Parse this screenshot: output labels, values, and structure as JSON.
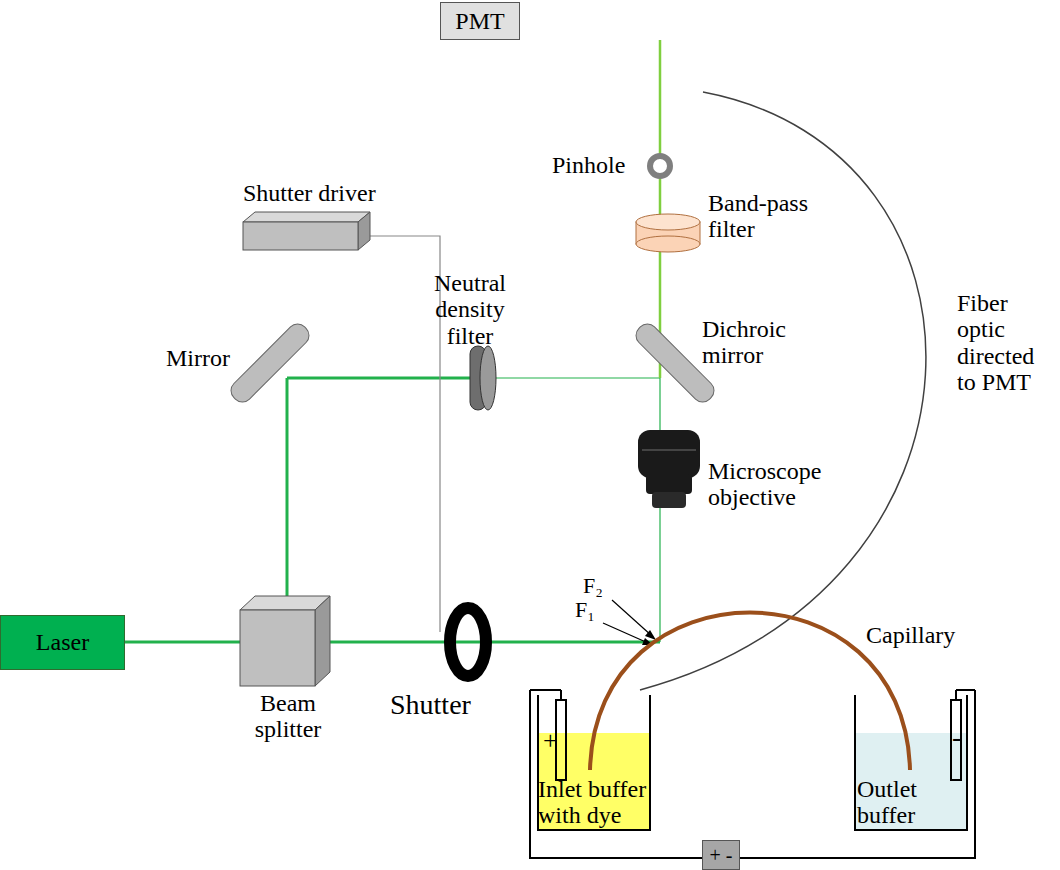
{
  "diagram": {
    "nodes": [
      {
        "text": [
          "PMT"
        ]
      },
      {
        "text": [
          "Laser"
        ]
      },
      {
        "text": [
          "+ -"
        ]
      }
    ],
    "labels": [
      "Pinhole",
      "Band-pass filter",
      "Shutter driver",
      "Neutral density filter",
      "Mirror",
      "Dichroic mirror",
      "Microscope objective",
      "Fiber optic directed to PMT",
      "F₂",
      "F₁",
      "Capillary",
      "Beam splitter",
      "Shutter",
      "Inlet buffer with dye",
      "Outlet buffer",
      "+",
      "-"
    ]
  }
}
